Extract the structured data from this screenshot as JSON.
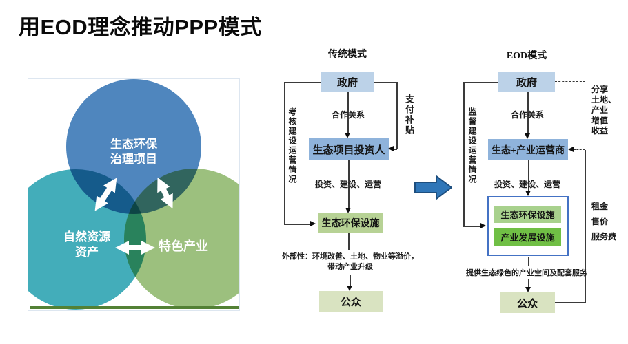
{
  "title": "用EOD理念推动PPP模式",
  "venn": {
    "top_label": "生态环保\n治理项目",
    "left_label": "自然资源\n资产",
    "right_label": "特色产业",
    "colors": {
      "top": "#4f86be",
      "left": "#43adba",
      "right": "#9cc07e",
      "baseline": "#538135"
    }
  },
  "traditional": {
    "heading": "传统模式",
    "gov": "政府",
    "investor": "生态项目投资人",
    "facility": "生态环保设施",
    "public": "公众",
    "cooperation": "合作关系",
    "invest_build_operate": "投资、建设、运营",
    "externality": "外部性：环境改善、土地、物业等溢价，\n带动产业升级",
    "pay_subsidy": "支付补贴",
    "assess": "考核建设运营情况"
  },
  "eod": {
    "heading": "EOD模式",
    "gov": "政府",
    "operator": "生态+产业运营商",
    "eco_facility": "生态环保设施",
    "industry_facility": "产业发展设施",
    "public": "公众",
    "cooperation": "合作关系",
    "invest_build_operate": "投资、建设、运营",
    "provide": "提供生态绿色的产业空间及配套服务",
    "supervise": "监督建设运营情况",
    "share_gains": "分享\n土地、\n产业\n增值\n收益",
    "returns": "租金\n售价\n服务费"
  },
  "colors": {
    "box_light_blue": "#bcd2e8",
    "box_mid_blue": "#8fb3db",
    "box_light_green": "#b7d295",
    "box_eco_green": "#a8d18d",
    "box_industry_green": "#70bf45",
    "box_public_green": "#d9e3c1",
    "container_border_blue": "#4472c4",
    "transition_arrow_blue": "#2f76b8"
  }
}
